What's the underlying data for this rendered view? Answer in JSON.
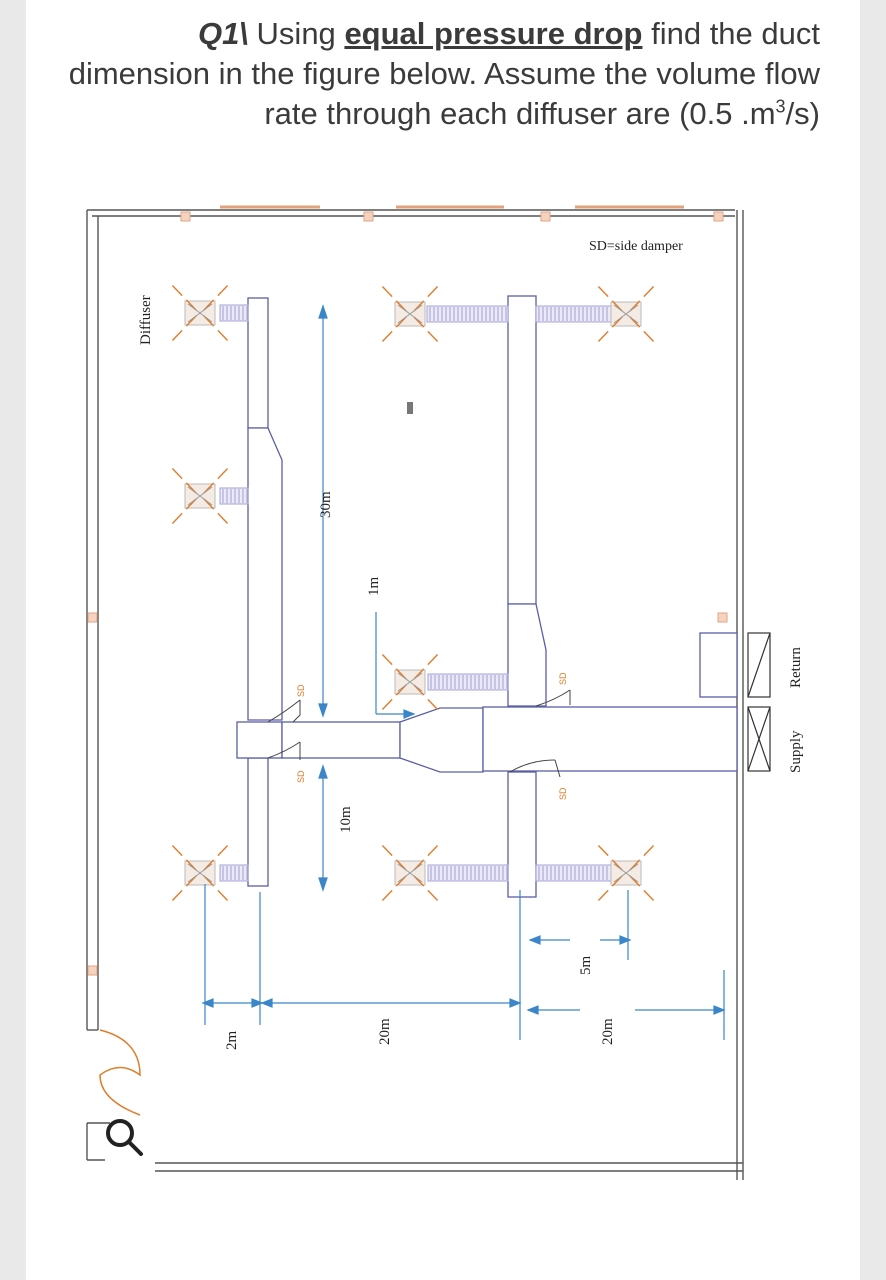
{
  "question": {
    "number": "Q1\\",
    "before": "Using",
    "emphasis": "equal pressure drop",
    "after": "find the duct dimension in the figure below. Assume the volume flow rate through each diffuser are (0.5 .m",
    "superscript": "3",
    "units_tail": "/s)"
  },
  "diagram": {
    "legend_sd": "SD=side damper",
    "diffuser_label": "Diffuser",
    "return_label": "Return",
    "supply_label": "Supply",
    "damper_label": "SD",
    "dimensions": {
      "d_30m": "30m",
      "d_1m": "1m",
      "d_10m": "10m",
      "d_2m": "2m",
      "d_20m_left": "20m",
      "d_5m": "5m",
      "d_20m_right": "20m"
    }
  },
  "colors": {
    "text": "#3b3b3b",
    "wall": "#555555",
    "duct": "#5b5fa8",
    "dimension": "#3a86c8",
    "diffuser": "#e07d2c",
    "card": "#ffffff",
    "page": "#e9e9ea"
  },
  "icons": [
    "search-icon"
  ]
}
